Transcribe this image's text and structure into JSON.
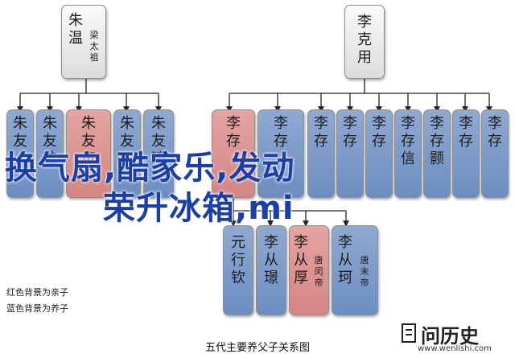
{
  "top_nodes": {
    "zhu": {
      "main": "朱\n温",
      "side": "梁\n太\n祖"
    },
    "li": "李\n克\n用"
  },
  "row1": [
    {
      "name": "朱\n友",
      "color": "blue"
    },
    {
      "name": "朱\n友\n珪",
      "color": "blue"
    },
    {
      "name": "朱\n友\n贞",
      "color": "red"
    },
    {
      "name": "朱\n友",
      "color": "blue"
    },
    {
      "name": "朱\n友\n璋",
      "color": "blue"
    },
    {
      "name": "李\n存",
      "color": "red"
    },
    {
      "name": "李\n存",
      "color": "blue"
    },
    {
      "name": "李\n存\n",
      "color": "blue"
    },
    {
      "name": "李\n存\n",
      "color": "blue"
    },
    {
      "name": "李\n存\n",
      "color": "blue"
    },
    {
      "name": "李\n存\n信",
      "color": "blue"
    },
    {
      "name": "李\n存\n颢",
      "color": "blue"
    },
    {
      "name": "李\n存\n",
      "color": "blue"
    }
  ],
  "row2": [
    {
      "name": "元\n行\n钦",
      "color": "blue"
    },
    {
      "name": "李\n从\n璟",
      "color": "blue"
    },
    {
      "name": "李\n从\n厚",
      "side": "唐\n闵\n帝",
      "color": "red"
    },
    {
      "name": "李\n从\n珂",
      "side": "唐\n末\n帝",
      "color": "blue"
    }
  ],
  "legend": {
    "red": "红色背景为亲子",
    "blue": "蓝色背景为养子"
  },
  "caption": "五代主要养父子关系图",
  "overlay": {
    "line1": "换气扇,酷家乐,发动",
    "line2": "荣升冰箱,mi"
  },
  "logo": {
    "text": "问历史",
    "url": "www.wenlishi.com"
  }
}
